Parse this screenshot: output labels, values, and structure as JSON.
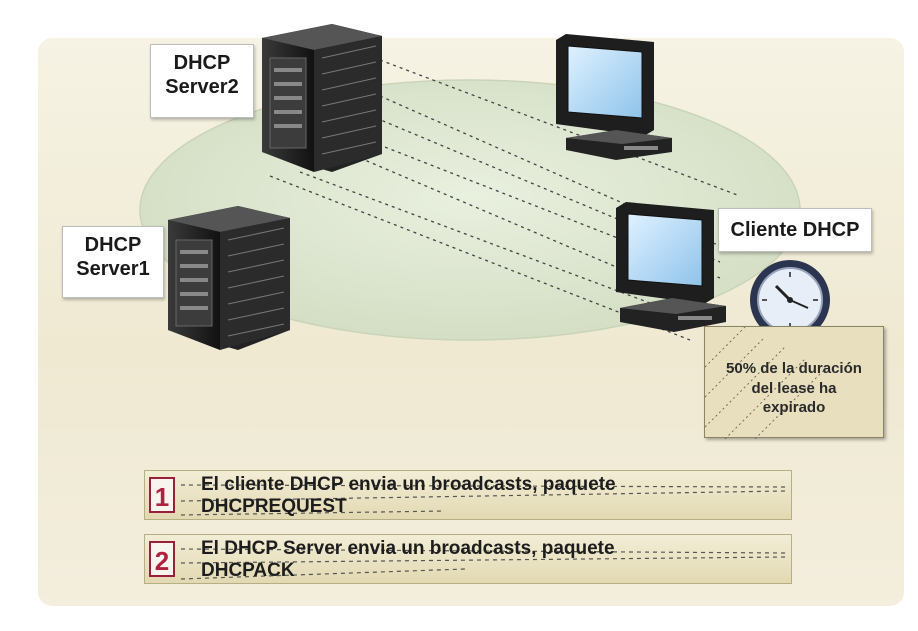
{
  "servers": {
    "server2": {
      "line1": "DHCP",
      "line2": "Server2"
    },
    "server1": {
      "line1": "DHCP",
      "line2": "Server1"
    }
  },
  "client": {
    "label": "Cliente DHCP"
  },
  "note": {
    "line1": "50% de la duración",
    "line2": "del lease ha",
    "line3": "expirado"
  },
  "steps": [
    {
      "number": "1",
      "line1": "El cliente DHCP envia un broadcasts, paquete",
      "line2": "DHCPREQUEST"
    },
    {
      "number": "2",
      "line1": "El DHCP Server envia un broadcasts, paquete",
      "line2": "DHCPACK"
    }
  ],
  "colors": {
    "network_ellipse": "#dfe9d2",
    "step_number": "#b3203f",
    "note_fill": "#e7dfbe"
  },
  "icons": [
    "server-icon",
    "computer-icon",
    "clock-icon"
  ]
}
